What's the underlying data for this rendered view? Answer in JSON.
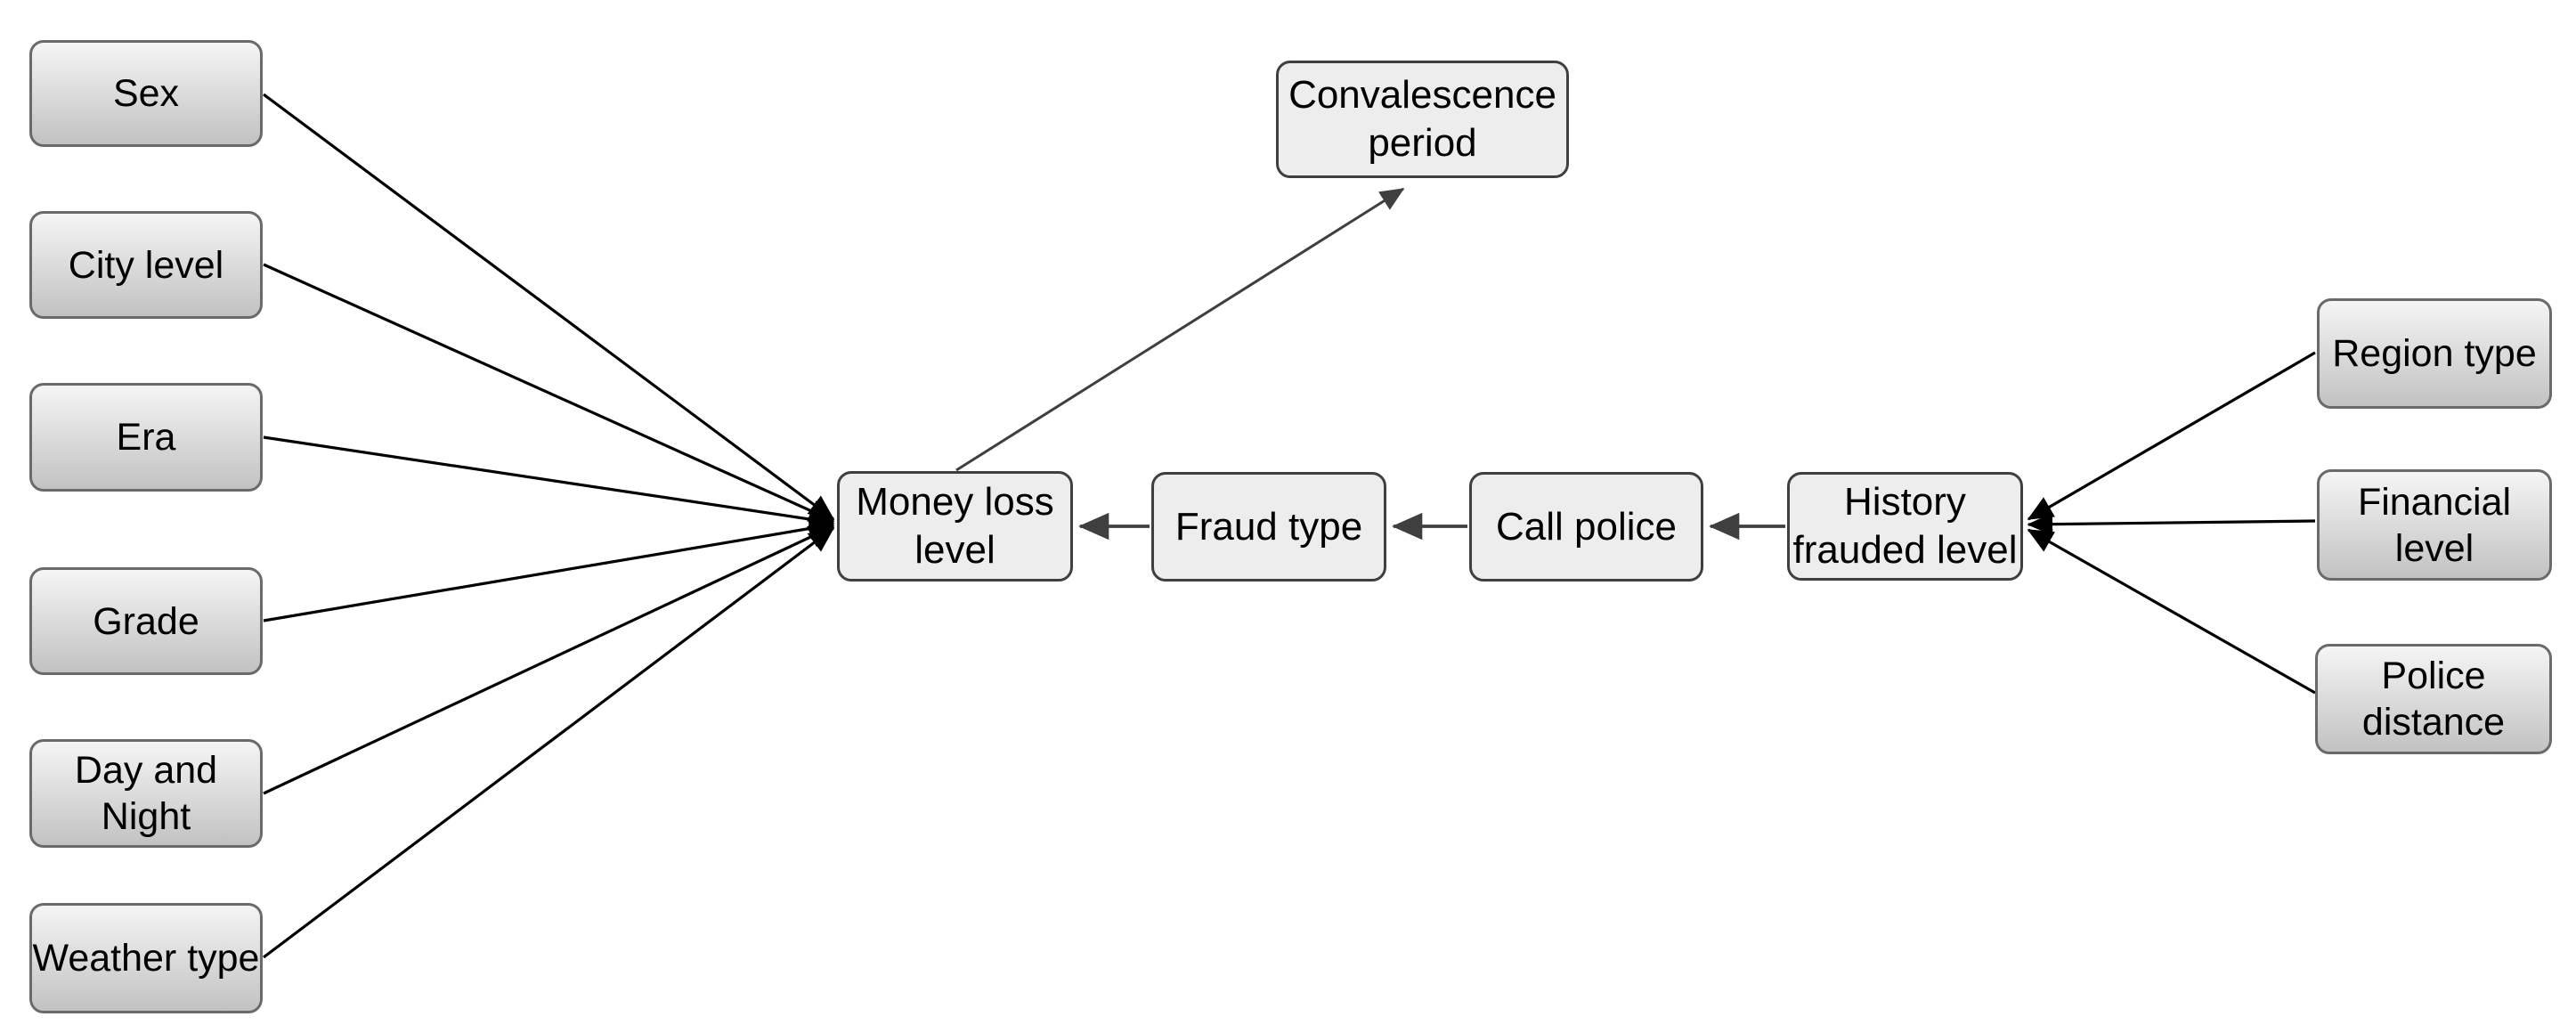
{
  "diagram": {
    "type": "directed-graph",
    "nodes": {
      "sex": {
        "label": "Sex"
      },
      "city_level": {
        "label": "City level"
      },
      "era": {
        "label": "Era"
      },
      "grade": {
        "label": "Grade"
      },
      "day_and_night": {
        "label": "Day and\nNight"
      },
      "weather_type": {
        "label": "Weather type"
      },
      "money_loss_level": {
        "label": "Money loss\nlevel"
      },
      "convalescence_period": {
        "label": "Convalescence\nperiod"
      },
      "fraud_type": {
        "label": "Fraud type"
      },
      "call_police": {
        "label": "Call police"
      },
      "history_frauded_level": {
        "label": "History\nfrauded level"
      },
      "region_type": {
        "label": "Region type"
      },
      "financial_level": {
        "label": "Financial\nlevel"
      },
      "police_distance": {
        "label": "Police\ndistance"
      }
    },
    "edges": [
      {
        "from": "Sex",
        "to": "Money loss level"
      },
      {
        "from": "City level",
        "to": "Money loss level"
      },
      {
        "from": "Era",
        "to": "Money loss level"
      },
      {
        "from": "Grade",
        "to": "Money loss level"
      },
      {
        "from": "Day and Night",
        "to": "Money loss level"
      },
      {
        "from": "Weather type",
        "to": "Money loss level"
      },
      {
        "from": "Fraud type",
        "to": "Money loss level"
      },
      {
        "from": "Money loss level",
        "to": "Convalescence period"
      },
      {
        "from": "Call police",
        "to": "Fraud type"
      },
      {
        "from": "History frauded level",
        "to": "Call police"
      },
      {
        "from": "Region type",
        "to": "History frauded level"
      },
      {
        "from": "Financial level",
        "to": "History frauded level"
      },
      {
        "from": "Police distance",
        "to": "History frauded level"
      }
    ],
    "colors": {
      "background": "#ffffff",
      "input_node_gradient_top": "#f5f5f5",
      "input_node_gradient_bottom": "#c2c2c2",
      "input_node_border": "#6a6a6a",
      "chain_node_fill": "#ededed",
      "chain_node_border": "#3f3f3f",
      "edge_input": "#000000",
      "edge_chain": "#3f3f3f",
      "text": "#000000"
    }
  }
}
